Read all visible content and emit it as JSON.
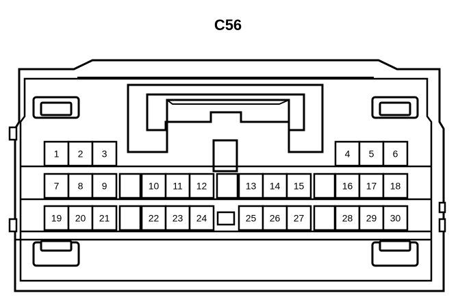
{
  "connector": {
    "title": "C56",
    "colors": {
      "stroke": "#000000",
      "fill": "#ffffff"
    },
    "rows": [
      [
        "1",
        "2",
        "3",
        "",
        "",
        "",
        "",
        "",
        "",
        "",
        "",
        "",
        "",
        "4",
        "5",
        "6"
      ],
      [
        "7",
        "8",
        "9",
        "",
        "10",
        "11",
        "12",
        "",
        "13",
        "14",
        "15",
        "",
        "16",
        "17",
        "18"
      ],
      [
        "19",
        "20",
        "21",
        "",
        "22",
        "23",
        "24",
        "",
        "25",
        "26",
        "27",
        "",
        "28",
        "29",
        "30"
      ]
    ]
  }
}
